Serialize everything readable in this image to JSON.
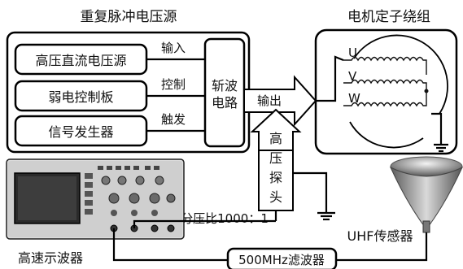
{
  "source_group": {
    "title": "重复脉冲电压源"
  },
  "blocks": {
    "hv_dc": "高压直流电压源",
    "weak_ctrl": "弱电控制板",
    "sig_gen": "信号发生器",
    "chopper_line1": "斩波",
    "chopper_line2": "电路"
  },
  "signals": {
    "input": "输入",
    "control": "控制",
    "trigger": "触发",
    "output": "输出"
  },
  "motor": {
    "title": "电机定子绕组",
    "phases": [
      "U",
      "V",
      "W"
    ]
  },
  "probe": {
    "chars": [
      "高",
      "压",
      "探",
      "头"
    ],
    "ratio": "分压比1000：1"
  },
  "oscilloscope": {
    "label": "高速示波器"
  },
  "uhf_sensor": {
    "label": "UHF传感器"
  },
  "filter": {
    "label": "500MHz滤波器"
  }
}
